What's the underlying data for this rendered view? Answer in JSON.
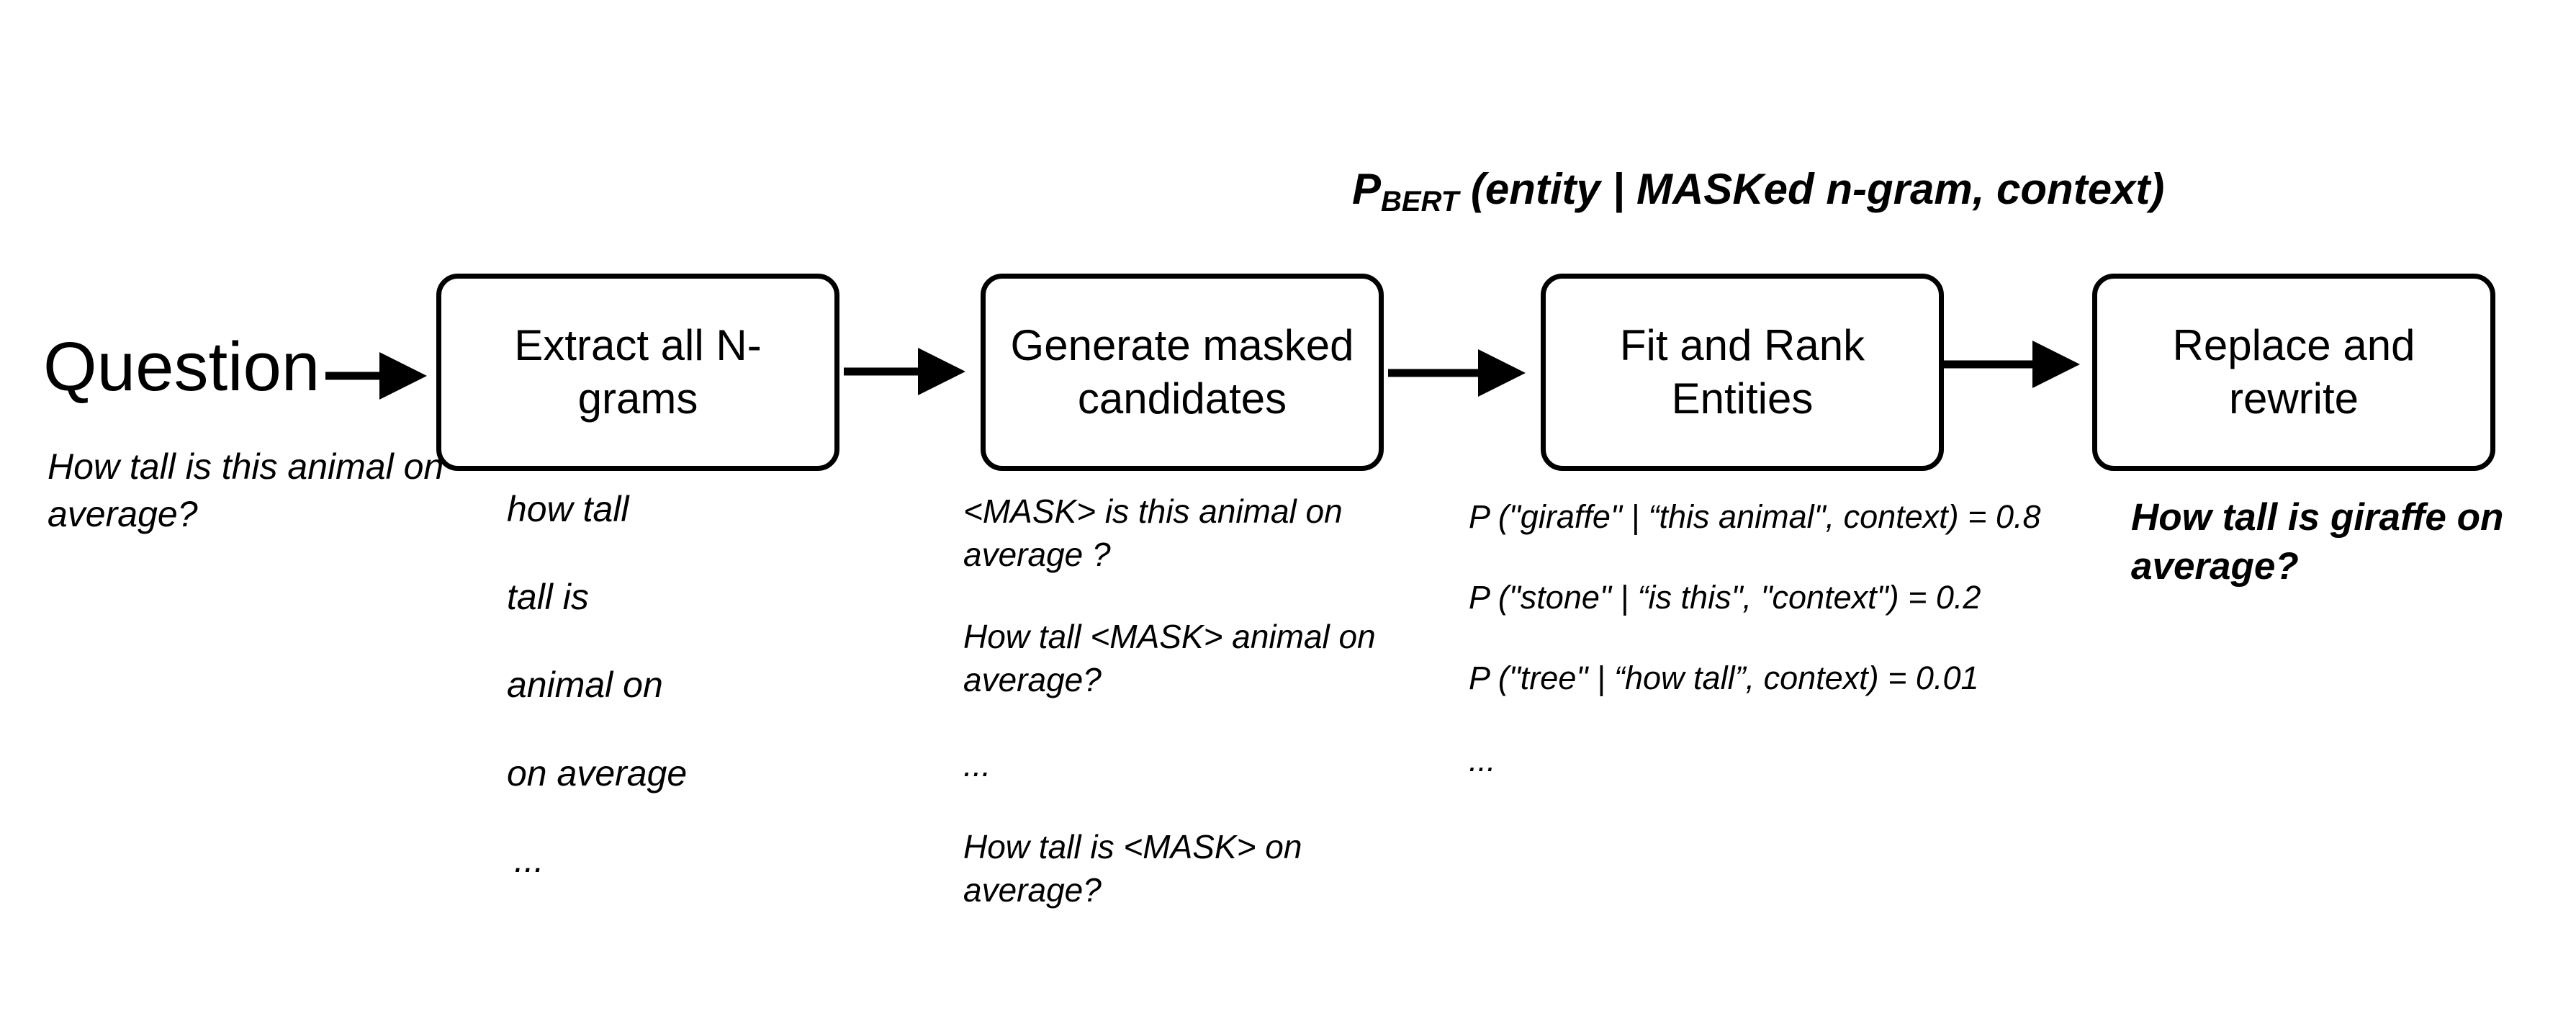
{
  "formula": {
    "prefix": "P",
    "subscript": "BERT",
    "rest": " (entity | MASKed n-gram, context)"
  },
  "question": {
    "title": "Question",
    "text": "How tall is this animal on average?"
  },
  "steps": [
    {
      "line1": "Extract all N-",
      "line2": "grams"
    },
    {
      "line1": "Generate masked",
      "line2": "candidates"
    },
    {
      "line1": "Fit and Rank",
      "line2": "Entities"
    },
    {
      "line1": "Replace and",
      "line2": "rewrite"
    }
  ],
  "ngrams": [
    "how tall",
    "tall is",
    "animal on",
    "on average",
    "..."
  ],
  "candidates": [
    "<MASK> is this animal on average ?",
    "How tall <MASK> animal on average?",
    "...",
    "How tall is <MASK> on average?"
  ],
  "probabilities": [
    "P (\"giraffe\" | “this animal\", context) = 0.8",
    "P (\"stone\" | “is this\", \"context\") = 0.2",
    "P (\"tree\" | “how tall”, context) = 0.01",
    "..."
  ],
  "rewrite": "How tall is giraffe on average?"
}
